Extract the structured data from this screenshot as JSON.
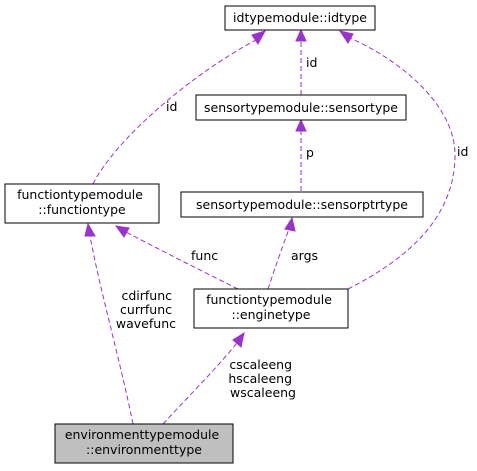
{
  "nodes": {
    "idtype": {
      "label_lines": [
        "idtypemodule::idtype"
      ]
    },
    "sensortype": {
      "label_lines": [
        "sensortypemodule::sensortype"
      ]
    },
    "sensorptrtype": {
      "label_lines": [
        "sensortypemodule::sensorptrtype"
      ]
    },
    "functiontype": {
      "label_lines": [
        "functiontypemodule",
        "::functiontype"
      ]
    },
    "enginetype": {
      "label_lines": [
        "functiontypemodule",
        "::enginetype"
      ]
    },
    "environmenttype": {
      "label_lines": [
        "environmenttypemodule",
        "::environmenttype"
      ]
    }
  },
  "edges": {
    "sensortype_to_idtype": {
      "label_lines": [
        "id"
      ]
    },
    "functiontype_to_idtype": {
      "label_lines": [
        "id"
      ]
    },
    "enginetype_to_idtype": {
      "label_lines": [
        "id"
      ]
    },
    "sensorptrtype_to_sensortype": {
      "label_lines": [
        "p"
      ]
    },
    "enginetype_to_functiontype": {
      "label_lines": [
        "func"
      ]
    },
    "enginetype_to_sensorptrtype": {
      "label_lines": [
        "args"
      ]
    },
    "environmenttype_to_functiontype": {
      "label_lines": [
        "cdirfunc",
        "currfunc",
        "wavefunc"
      ]
    },
    "environmenttype_to_enginetype": {
      "label_lines": [
        "cscaleeng",
        "hscaleeng",
        "wscaleeng"
      ]
    }
  },
  "colors": {
    "edge": "#9a32cd",
    "highlight_fill": "#bfbfbf"
  }
}
